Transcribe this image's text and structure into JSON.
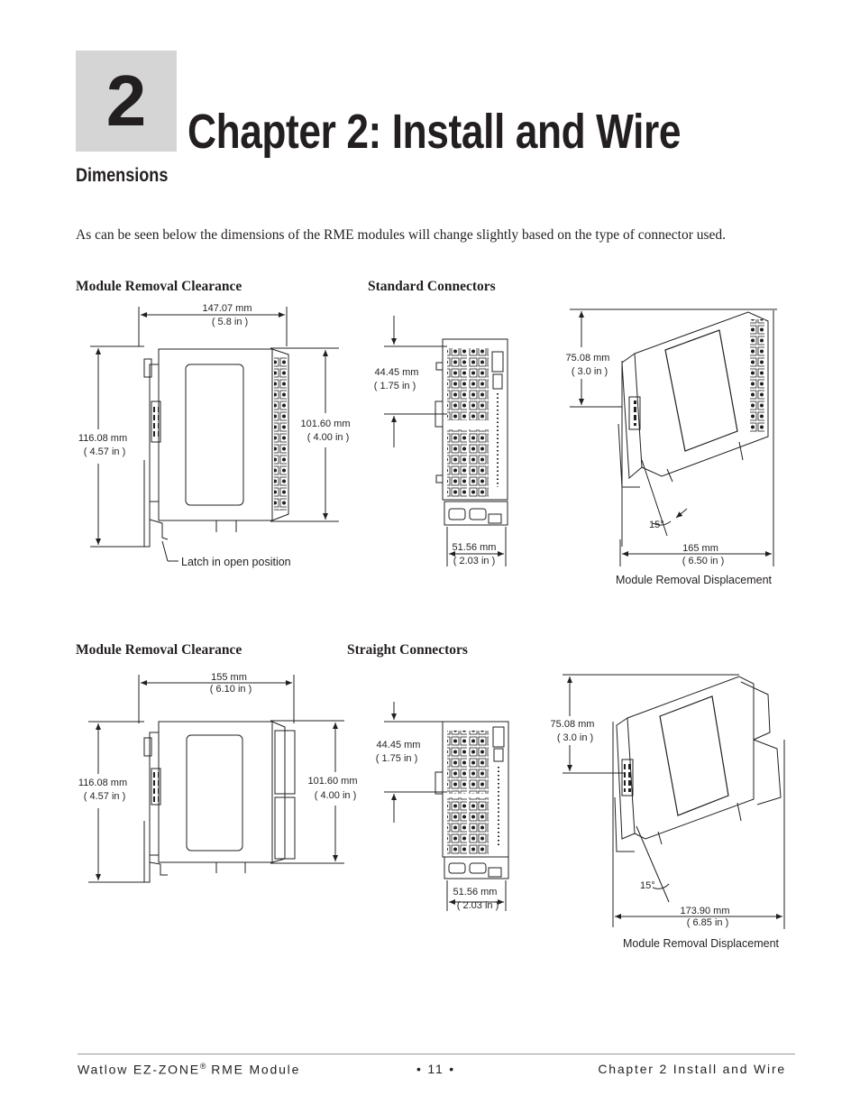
{
  "chapter": {
    "number": "2",
    "title": "Chapter 2: Install and Wire"
  },
  "section": {
    "title": "Dimensions"
  },
  "intro": "As can be seen below the dimensions of the RME modules will change slightly based on the type of connector used.",
  "captions": {
    "clearance_1": "Module Removal Clearance",
    "standard": "Standard Connectors",
    "clearance_2": "Module Removal Clearance",
    "straight": "Straight Connectors"
  },
  "figure_standard": {
    "width_mm": "147.07 mm",
    "width_in": "( 5.8 in )",
    "height_mm": "116.08 mm",
    "height_in": "( 4.57 in )",
    "inner_mm": "101.60 mm",
    "inner_in": "( 4.00 in )",
    "latch": "Latch in open position",
    "front_h_mm": "44.45 mm",
    "front_h_in": "( 1.75 in )",
    "front_w_mm": "51.56 mm",
    "front_w_in": "( 2.03 in )",
    "tilt_h_mm": "75.08 mm",
    "tilt_h_in": "( 3.0 in )",
    "angle": "15°",
    "disp_mm": "165 mm",
    "disp_in": "( 6.50 in )",
    "disp_caption": "Module Removal Displacement"
  },
  "figure_straight": {
    "width_mm": "155 mm",
    "width_in": "( 6.10 in )",
    "height_mm": "116.08 mm",
    "height_in": "( 4.57 in )",
    "inner_mm": "101.60 mm",
    "inner_in": "( 4.00 in )",
    "front_h_mm": "44.45 mm",
    "front_h_in": "( 1.75 in )",
    "front_w_mm": "51.56 mm",
    "front_w_in": "( 2.03 in )",
    "tilt_h_mm": "75.08 mm",
    "tilt_h_in": "( 3.0 in )",
    "angle": "15°",
    "disp_mm": "173.90 mm",
    "disp_in": "( 6.85 in )",
    "disp_caption": "Module Removal Displacement"
  },
  "footer": {
    "left": "Watlow EZ-ZONE",
    "left_reg": "®",
    "left_tail": " RME Module",
    "center": "•  11  •",
    "right": "Chapter 2 Install and Wire"
  }
}
